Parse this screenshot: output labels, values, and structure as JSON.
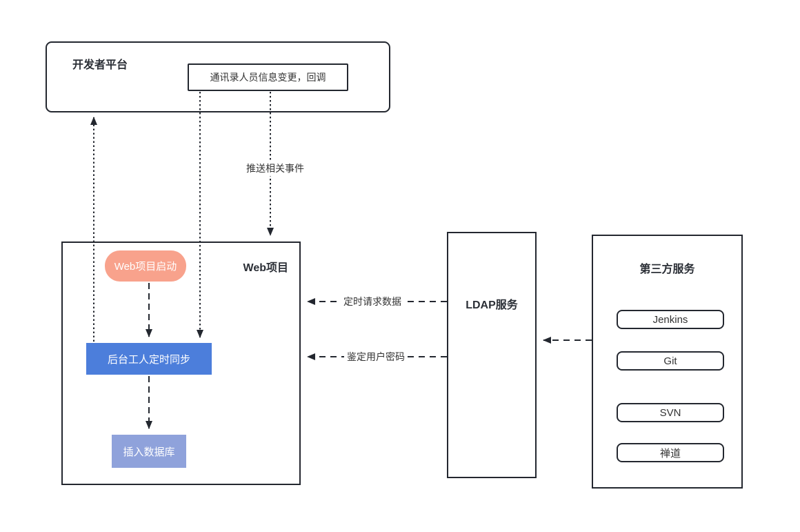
{
  "diagram": {
    "developer_platform": {
      "title": "开发者平台",
      "callback": "通讯录人员信息变更，回调"
    },
    "web_project": {
      "title": "Web项目",
      "startup": "Web项目启动",
      "worker": "后台工人定时同步",
      "insert_db": "插入数据库"
    },
    "ldap": {
      "title": "LDAP服务"
    },
    "third_party": {
      "title": "第三方服务",
      "services": [
        "Jenkins",
        "Git",
        "SVN",
        "禅道"
      ]
    },
    "edges": {
      "push_events": "推送相关事件",
      "timed_request": "定时请求数据",
      "verify_password": "鉴定用户密码"
    },
    "colors": {
      "border": "#23272f",
      "text": "#333333",
      "startup_fill": "#f8a28c",
      "worker_fill": "#4c7edb",
      "insert_db_fill": "#8fa2db",
      "node_text": "#ffffff",
      "background": "#ffffff"
    }
  }
}
